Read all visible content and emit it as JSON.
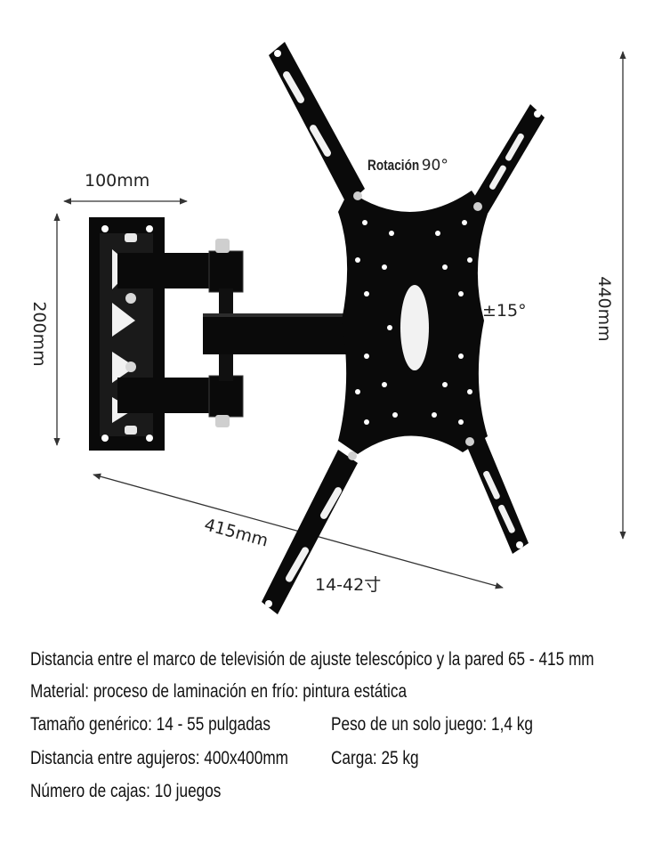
{
  "dimensions": {
    "width_top": "100mm",
    "height_left": "200mm",
    "height_right": "440mm",
    "depth_diagonal": "415mm",
    "size_range": "14-42寸",
    "rotation_label": "Rotación",
    "rotation_value": "90°",
    "tilt": "±15°"
  },
  "specs": {
    "line1": "Distancia entre el marco de televisión de ajuste telescópico y la pared 65 - 415 mm",
    "line2": "Material: proceso de laminación en frío: pintura estática",
    "line3a": "Tamaño genérico: 14 - 55 pulgadas",
    "line3b": "Peso de un solo juego: 1,4 kg",
    "line4a": "Distancia entre agujeros: 400x400mm",
    "line4b": "Carga: 25 kg",
    "line5": "Número de cajas: 10 juegos"
  },
  "colors": {
    "product": "#0a0a0a",
    "lines": "#333333",
    "holes": "#ffffff"
  }
}
